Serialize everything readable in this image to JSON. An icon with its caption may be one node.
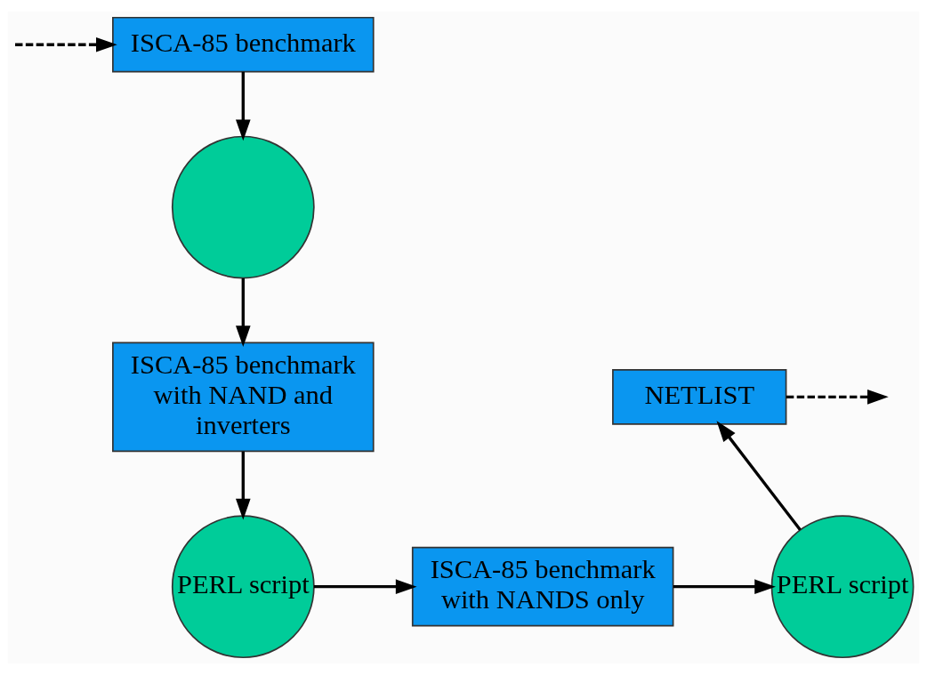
{
  "diagram": {
    "nodes": [
      {
        "text": [
          "ISCA-85 benchmark"
        ]
      },
      {
        "text": [],
        "shape": "circle"
      },
      {
        "text": [
          "ISCA-85 benchmark with NAND and inverters"
        ]
      },
      {
        "text": [
          "PERL script"
        ]
      },
      {
        "text": [
          "ISCA-85 benchmark with NANDS only"
        ]
      },
      {
        "text": [
          "PERL script"
        ]
      },
      {
        "text": [
          "NETLIST"
        ]
      }
    ],
    "edges": [
      {
        "from": null,
        "to": 0,
        "arrow": "to",
        "style": "dashed"
      },
      {
        "from": 0,
        "to": 1,
        "arrow": "to"
      },
      {
        "from": 1,
        "to": 2,
        "arrow": "to"
      },
      {
        "from": 2,
        "to": 3,
        "arrow": "to"
      },
      {
        "from": 3,
        "to": 4,
        "arrow": "to"
      },
      {
        "from": 4,
        "to": 5,
        "arrow": "to"
      },
      {
        "from": 5,
        "to": 6,
        "arrow": "to"
      },
      {
        "from": 6,
        "to": null,
        "arrow": "to",
        "style": "dashed"
      }
    ]
  }
}
